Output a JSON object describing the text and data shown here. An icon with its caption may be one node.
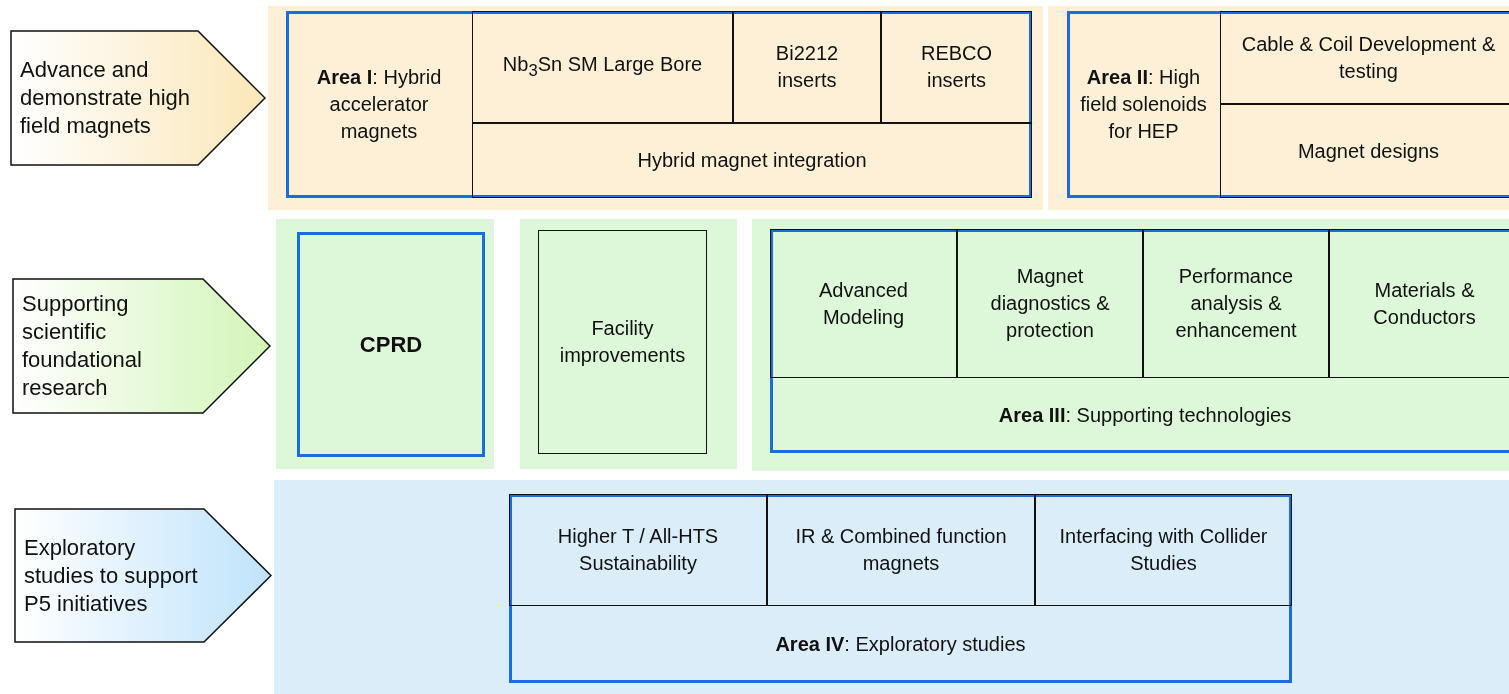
{
  "diagram": {
    "nodes": [
      {
        "text": [
          "Advance and demonstrate high field magnets"
        ]
      },
      {
        "text": [],
        "shape": "box"
      },
      {
        "text": [
          "**Area I**: Hybrid accelerator magnets"
        ],
        "in": 1
      },
      {
        "text": [
          "Nb$_{3}$Sn SM Large Bore"
        ],
        "in": 2
      },
      {
        "text": [
          "Bi2212 inserts"
        ],
        "in": 2
      },
      {
        "text": [
          "REBCO inserts"
        ],
        "in": 2
      },
      {
        "text": [
          "Hybrid magnet integration"
        ],
        "in": 2
      },
      {
        "text": [],
        "shape": "box"
      },
      {
        "text": [
          "**Area II**: High field solenoids for HEP"
        ],
        "in": 7
      },
      {
        "text": [
          "Cable & Coil Development & testing"
        ],
        "in": 8
      },
      {
        "text": [
          "Magnet designs"
        ],
        "in": 8
      },
      {
        "text": [
          "Supporting scientific foundational research"
        ]
      },
      {
        "text": [],
        "shape": "box"
      },
      {
        "text": [
          "CPRD"
        ],
        "in": 12
      },
      {
        "text": [],
        "shape": "box"
      },
      {
        "text": [
          "Facility improvements"
        ],
        "in": 14
      },
      {
        "text": [],
        "shape": "box"
      },
      {
        "text": [
          "**Area III**: Supporting technologies"
        ],
        "in": 16
      },
      {
        "text": [
          "Advanced Modeling"
        ],
        "in": 17
      },
      {
        "text": [
          "Magnet diagnostics & protection"
        ],
        "in": 17
      },
      {
        "text": [
          "Performance analysis & enhancement"
        ],
        "in": 17
      },
      {
        "text": [
          "Materials & Conductors"
        ],
        "in": 17
      },
      {
        "text": [
          "Exploratory studies to support P5 initiatives"
        ]
      },
      {
        "text": [],
        "shape": "box"
      },
      {
        "text": [
          "**Area IV**: Exploratory studies"
        ],
        "in": 23
      },
      {
        "text": [
          "Higher T / All-HTS Sustainability"
        ],
        "in": 24
      },
      {
        "text": [
          "IR & Combined function magnets"
        ],
        "in": 24
      },
      {
        "text": [
          "Interfacing with Collider Studies"
        ],
        "in": 24
      }
    ]
  }
}
